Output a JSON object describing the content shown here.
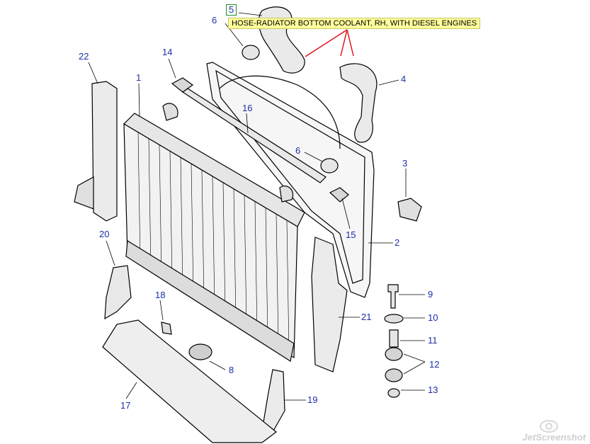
{
  "tooltip": {
    "text": "HOSE-RADIATOR BOTTOM COOLANT, RH, WITH DIESEL ENGINES"
  },
  "selected_callout": "5",
  "callouts": [
    {
      "id": "c5",
      "label": "5"
    },
    {
      "id": "c6a",
      "label": "6"
    },
    {
      "id": "c22",
      "label": "22"
    },
    {
      "id": "c14",
      "label": "14"
    },
    {
      "id": "c1",
      "label": "1"
    },
    {
      "id": "c4",
      "label": "4"
    },
    {
      "id": "c16",
      "label": "16"
    },
    {
      "id": "c6b",
      "label": "6"
    },
    {
      "id": "c3",
      "label": "3"
    },
    {
      "id": "c15",
      "label": "15"
    },
    {
      "id": "c2",
      "label": "2"
    },
    {
      "id": "c20",
      "label": "20"
    },
    {
      "id": "c9",
      "label": "9"
    },
    {
      "id": "c18",
      "label": "18"
    },
    {
      "id": "c10",
      "label": "10"
    },
    {
      "id": "c21",
      "label": "21"
    },
    {
      "id": "c11",
      "label": "11"
    },
    {
      "id": "c12",
      "label": "12"
    },
    {
      "id": "c8",
      "label": "8"
    },
    {
      "id": "c13",
      "label": "13"
    },
    {
      "id": "c19",
      "label": "19"
    },
    {
      "id": "c17",
      "label": "17"
    }
  ],
  "watermark": {
    "text": "JetScreenshot"
  },
  "colors": {
    "callout_text": "#1b2fa8",
    "highlight_border": "#1d8f2e",
    "tooltip_bg": "#ffff9c",
    "pointer": "#e0141e"
  }
}
